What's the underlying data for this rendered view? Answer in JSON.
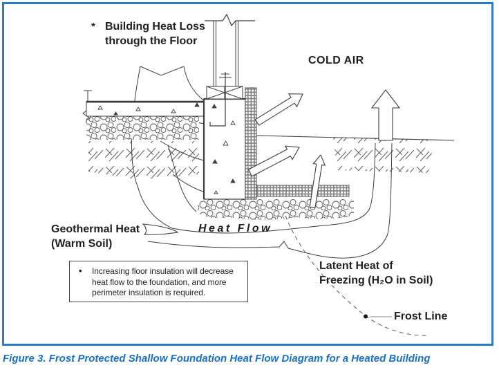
{
  "figure": {
    "caption": "Figure 3. Frost Protected Shallow Foundation Heat Flow Diagram for a Heated Building"
  },
  "colors": {
    "frame_blue": "#2b7cc4",
    "caption_blue": "#1a6fc2",
    "line_ink": "#3c3c3c"
  },
  "diagram": {
    "labels": {
      "building_heat_loss_bullet": "*",
      "building_heat_loss": "Building Heat Loss\nthrough the Floor",
      "cold_air": "COLD AIR",
      "geothermal_heat": "Geothermal Heat\n(Warm Soil)",
      "heat_flow": "Heat Flow",
      "latent_heat": "Latent Heat of\nFreezing (H₂O in Soil)",
      "frost_line": "Frost Line"
    },
    "note": {
      "bullet": "•",
      "text": "Increasing floor insulation will decrease\nheat flow to the foundation, and more\nperimeter insulation is required."
    }
  }
}
